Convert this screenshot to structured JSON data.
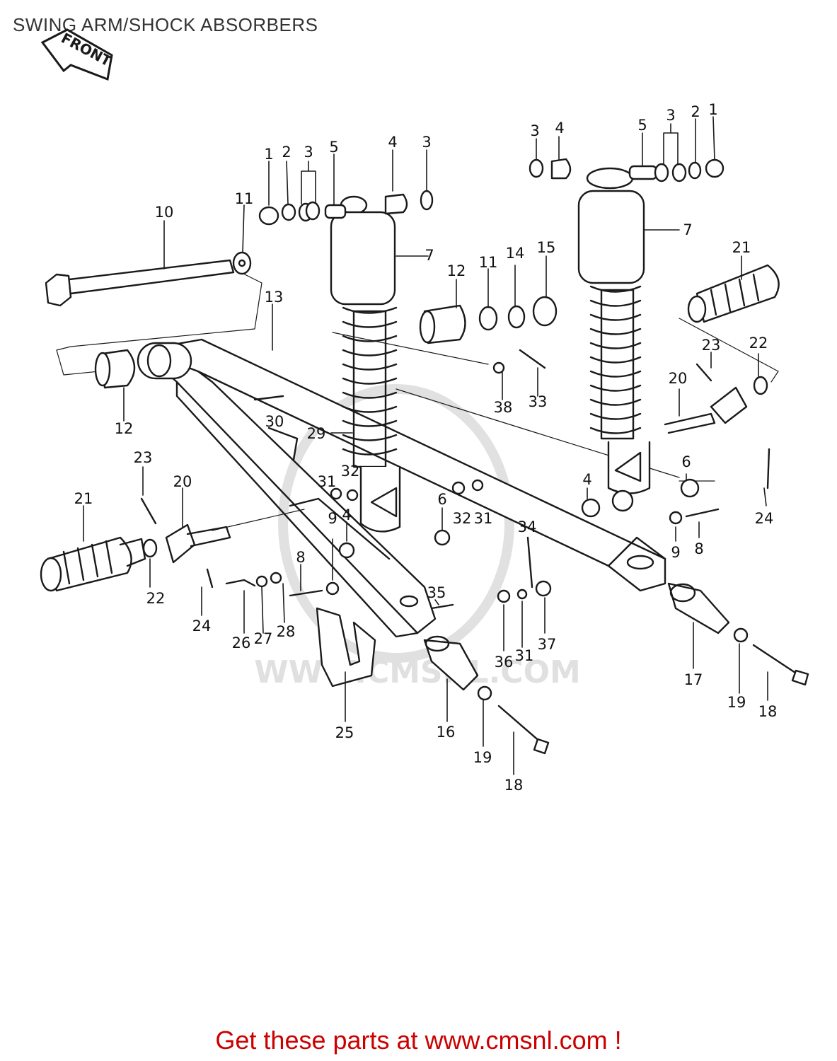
{
  "page": {
    "title": "SWING ARM/SHOCK ABSORBERS",
    "front_tag": "FRONT",
    "watermark": "WWW.CMSNL.COM",
    "footer_link": "Get these parts at www.cmsnl.com !"
  },
  "colors": {
    "title": "#333333",
    "footer_link": "#cc0000",
    "line_art": "#1a1a1a",
    "watermark": "#c8c8c8"
  },
  "callouts": [
    "1",
    "2",
    "3",
    "5",
    "4",
    "3",
    "10",
    "11",
    "7",
    "3",
    "4",
    "5",
    "3",
    "2",
    "1",
    "7",
    "12",
    "11",
    "14",
    "15",
    "21",
    "13",
    "23",
    "22",
    "20",
    "12",
    "38",
    "33",
    "30",
    "29",
    "32",
    "31",
    "6",
    "23",
    "20",
    "21",
    "4",
    "9",
    "4",
    "32",
    "31",
    "24",
    "6",
    "9",
    "8",
    "34",
    "8",
    "22",
    "24",
    "26",
    "27",
    "28",
    "35",
    "36",
    "31",
    "37",
    "17",
    "19",
    "18",
    "25",
    "16",
    "19",
    "18"
  ]
}
